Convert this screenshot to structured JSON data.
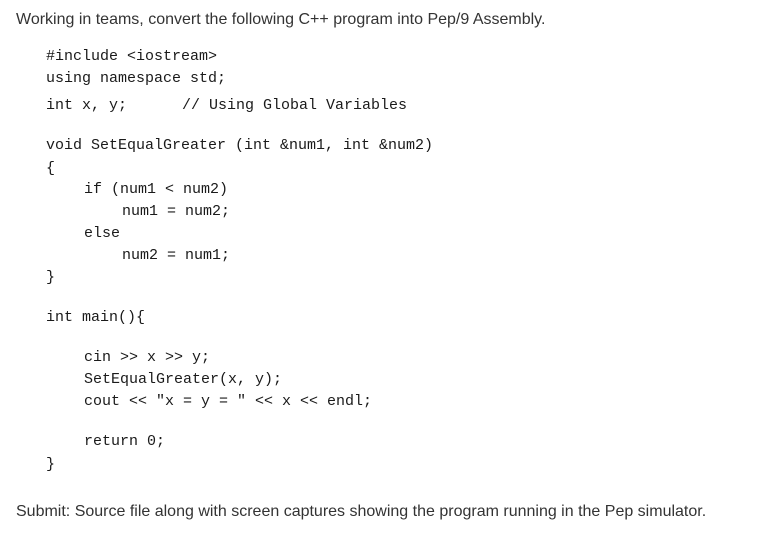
{
  "question": {
    "intro": "Working in teams, convert the following C++ program into Pep/9 Assembly.",
    "submit": "Submit: Source file along with screen captures showing the program running in the Pep simulator."
  },
  "code": {
    "include": "#include <iostream>",
    "using_ns": "using namespace std;",
    "globals_decl": "int x, y;",
    "globals_comment": "// Using Global Variables",
    "func_sig": "void SetEqualGreater (int &num1, int &num2)",
    "func_open": "{",
    "if_line": "if (num1 < num2)",
    "assign1": "num1 = num2;",
    "else_line": "else",
    "assign2": "num2 = num1;",
    "func_close": "}",
    "main_sig": "int main(){",
    "cin_line": "cin >> x >> y;",
    "call_line": "SetEqualGreater(x, y);",
    "cout_line": "cout << \"x = y = \" << x << endl;",
    "return_line": "return 0;",
    "main_close": "}"
  }
}
